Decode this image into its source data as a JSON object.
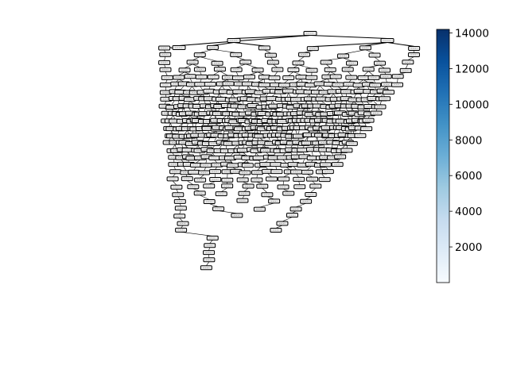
{
  "figure": {
    "background": "#ffffff",
    "node_fill": "#e8e8e8",
    "node_stroke": "#000000",
    "edge_color": "#000000"
  },
  "tree": {
    "levels": [
      1,
      3,
      6,
      8,
      10,
      14,
      20,
      26,
      32,
      36,
      40,
      44,
      46,
      44,
      40,
      34,
      30,
      24,
      20,
      16,
      12,
      9,
      7,
      5,
      4,
      3,
      2,
      2,
      1,
      1,
      1,
      1,
      1
    ]
  },
  "colorbar": {
    "colormap": "Blues",
    "color_low": "#f7fbff",
    "color_high": "#08306b",
    "vmin": 0,
    "vmax": 14200,
    "tick_values": [
      2000,
      4000,
      6000,
      8000,
      10000,
      12000,
      14000
    ],
    "tick_labels": [
      "2000",
      "4000",
      "6000",
      "8000",
      "10000",
      "12000",
      "14000"
    ]
  }
}
